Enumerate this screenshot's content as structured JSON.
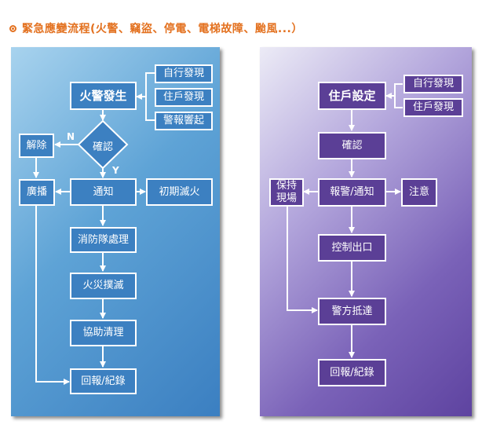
{
  "title": "緊急應變流程(火警、竊盜、停電、電梯故障、颱風...）",
  "fire": {
    "start": "火警發生",
    "sources": [
      "自行發現",
      "住戶發現",
      "警報響起"
    ],
    "confirm": "確認",
    "no_label": "N",
    "yes_label": "Y",
    "dismiss": "解除",
    "broadcast": "廣播",
    "notify": "通知",
    "initial": "初期滅火",
    "fireteam": "消防隊處理",
    "extinguish": "火災撲滅",
    "cleanup": "協助清理",
    "report": "回報/紀錄"
  },
  "resident": {
    "start": "住戶設定",
    "sources": [
      "自行發現",
      "住戶發現"
    ],
    "confirm": "確認",
    "notify": "報警/通知",
    "attention": "注意",
    "keep_line1": "保持",
    "keep_line2": "現場",
    "control": "控制出口",
    "police": "警方抵達",
    "report": "回報/紀錄"
  }
}
